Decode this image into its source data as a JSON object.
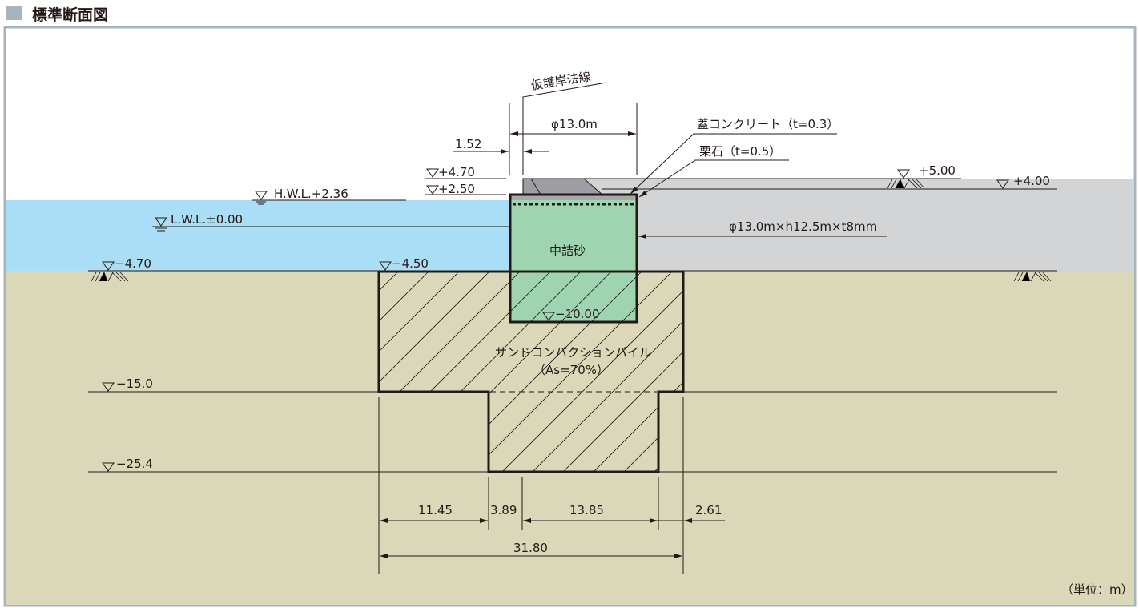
{
  "title": "標準断面図",
  "unit_label": "（単位：m）",
  "colors": {
    "water": "#a9def6",
    "ground": "#dbd7b9",
    "embankment": "#d3d4d6",
    "cell_fill": "#9fd4b1",
    "cap": "#9c9ea1",
    "frame": "#a8b4bd"
  },
  "annotations": {
    "temporary_revetment_line": "仮護岸法線",
    "cell_diameter": "φ13.0m",
    "offset": "1.52",
    "cap_concrete": "蓋コンクリート（t=0.3）",
    "rubble": "栗石（t=0.5）",
    "cell_spec": "φ13.0m×h12.5m×t8mm",
    "fill_sand": "中詰砂",
    "scp_name": "サンドコンパクションパイル",
    "scp_ratio": "（As=70%）"
  },
  "levels": {
    "cap_top": "+4.70",
    "cell_top": "+2.50",
    "hwl": "H.W.L.+2.36",
    "lwl": "L.W.L.±0.00",
    "seabed_left": "−4.70",
    "seabed_scp": "−4.50",
    "embank_top": "+5.00",
    "embank_right": "+4.00",
    "cell_bottom": "−10.00",
    "scp_upper_bottom": "−15.0",
    "scp_lower_bottom": "−25.4"
  },
  "dimensions": {
    "d1": "11.45",
    "d2": "3.89",
    "d3": "13.85",
    "d4": "2.61",
    "total": "31.80"
  }
}
